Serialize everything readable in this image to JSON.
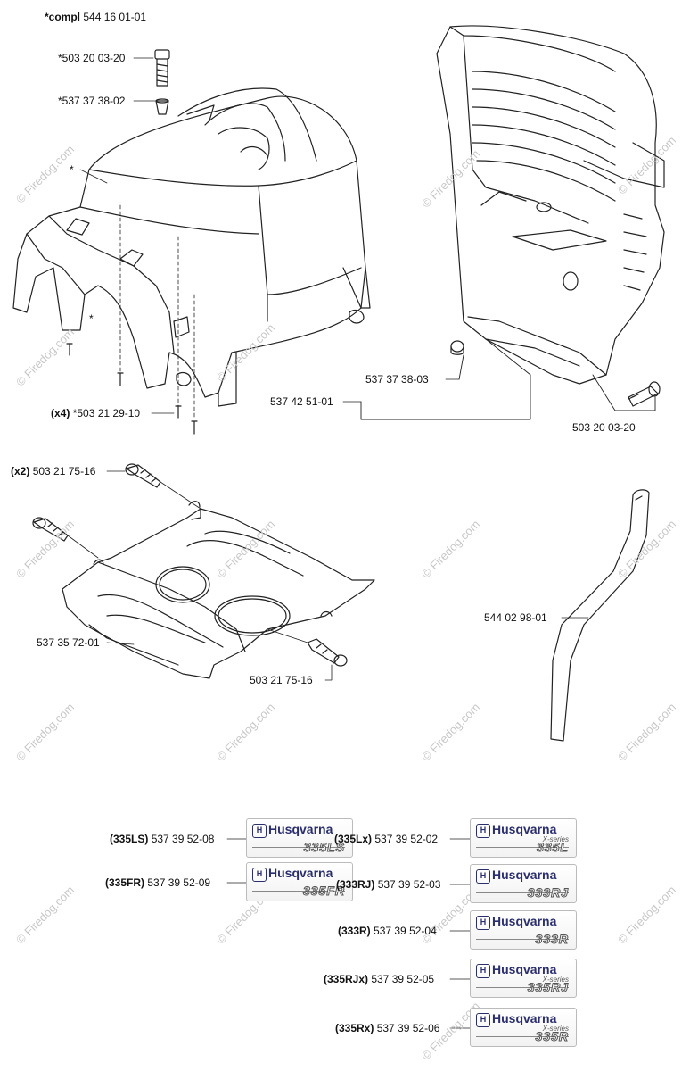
{
  "diagram": {
    "top_left": {
      "compl_prefix": "*compl",
      "compl_number": "544 16 01-01",
      "bolt_top": "*503 20 03-20",
      "washer": "*537 37 38-02",
      "star_marker": "*",
      "screws_qty": "(x4)",
      "screws": "*503 21 29-10"
    },
    "top_right": {
      "grommet": "537 37 38-03",
      "cover": "537 42 51-01",
      "bolt": "503 20 03-20"
    },
    "middle": {
      "bolts_qty": "(x2)",
      "bolts_top": "503 21 75-16",
      "plate": "537 35 72-01",
      "bolt_bottom": "503 21 75-16",
      "strip": "544 02 98-01"
    },
    "decals": [
      {
        "model_code": "(335LS)",
        "part": "537 39 52-08",
        "brand": "Husqvarna",
        "series": "",
        "model": "335LS"
      },
      {
        "model_code": "(335Lx)",
        "part": "537 39 52-02",
        "brand": "Husqvarna",
        "series": "X-series",
        "model": "335L"
      },
      {
        "model_code": "(335FR)",
        "part": "537 39 52-09",
        "brand": "Husqvarna",
        "series": "",
        "model": "335FR"
      },
      {
        "model_code": "(333RJ)",
        "part": "537 39 52-03",
        "brand": "Husqvarna",
        "series": "",
        "model": "333RJ"
      },
      {
        "model_code": "(333R)",
        "part": "537 39 52-04",
        "brand": "Husqvarna",
        "series": "",
        "model": "333R"
      },
      {
        "model_code": "(335RJx)",
        "part": "537 39 52-05",
        "brand": "Husqvarna",
        "series": "X-series",
        "model": "335RJ"
      },
      {
        "model_code": "(335Rx)",
        "part": "537 39 52-06",
        "brand": "Husqvarna",
        "series": "X-series",
        "model": "335R"
      }
    ],
    "watermark": "© Firedog.com"
  }
}
